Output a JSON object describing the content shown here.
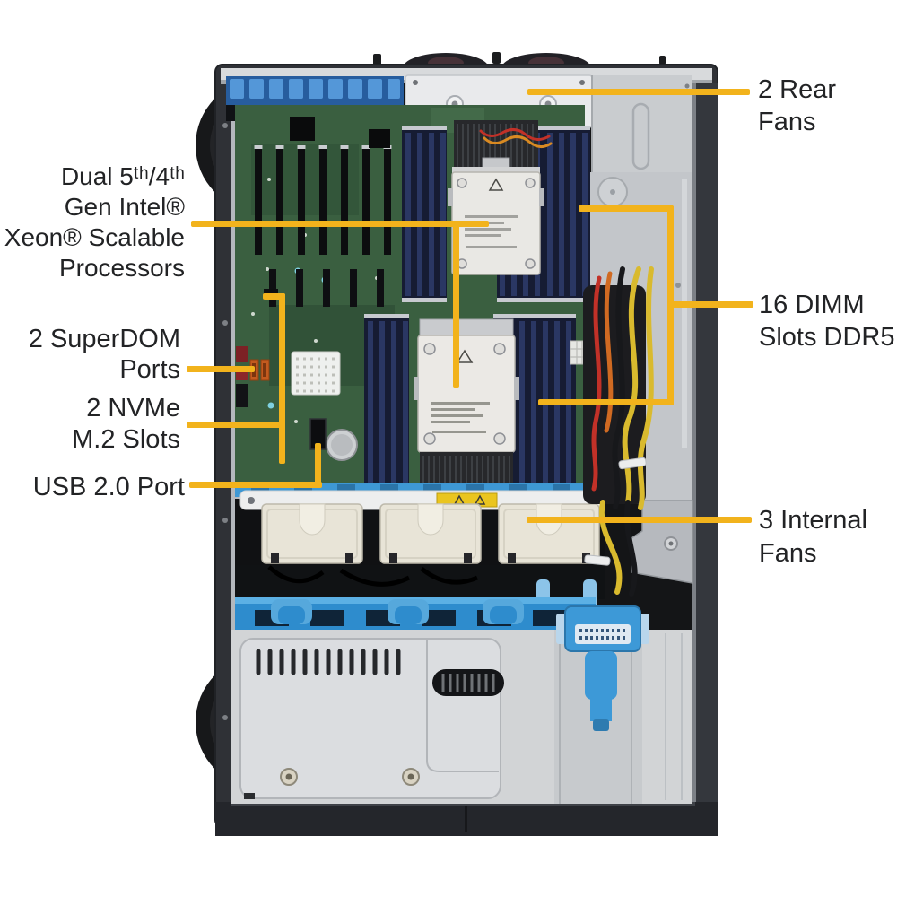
{
  "figure": {
    "type": "annotated-hardware-diagram",
    "subject": "Server chassis internal top view with component callouts"
  },
  "colors": {
    "callout_line": "#F2B31C",
    "label_text": "#222325",
    "background": "#FFFFFF",
    "chassis_dark": "#2F3136",
    "motherboard_green": "#3A5F40",
    "dimm_slot_navy": "#161C33",
    "blue_plastic": "#3E98D4",
    "fan_beige": "#E8E4D7",
    "cable_yellow": "#D9BA2E",
    "cable_red": "#C23128",
    "floor_gray": "#D2D4D6",
    "heatsink_label_white": "#E9E8E4"
  },
  "callouts": {
    "rear_fans": {
      "lines": [
        "2 Rear",
        "Fans"
      ]
    },
    "cpu": {
      "lines": [
        "Dual 5ᵗʰ/4ᵗʰ",
        "Gen Intel®",
        "Xeon® Scalable",
        "Processors"
      ]
    },
    "superdom": {
      "lines": [
        "2 SuperDOM",
        "Ports"
      ]
    },
    "nvme": {
      "lines": [
        "2 NVMe",
        "M.2 Slots"
      ]
    },
    "usb": {
      "lines": [
        "USB 2.0 Port"
      ]
    },
    "dimm": {
      "lines": [
        "16 DIMM",
        "Slots DDR5"
      ]
    },
    "internal_fans": {
      "lines": [
        "3 Internal",
        "Fans"
      ]
    }
  }
}
